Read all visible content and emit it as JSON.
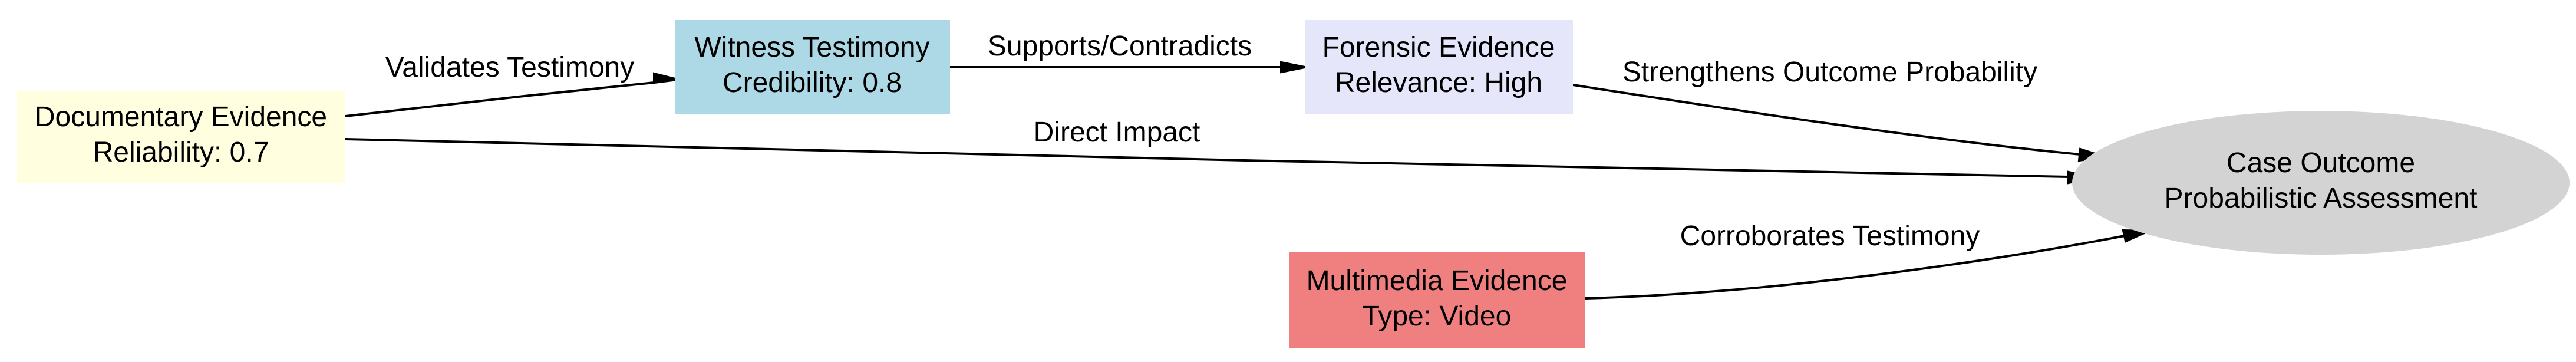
{
  "nodes": {
    "documentary": {
      "line1": "Documentary Evidence",
      "line2": "Reliability: 0.7",
      "fill": "#ffffe0",
      "shape": "box"
    },
    "witness": {
      "line1": "Witness Testimony",
      "line2": "Credibility: 0.8",
      "fill": "#add8e6",
      "shape": "box"
    },
    "forensic": {
      "line1": "Forensic Evidence",
      "line2": "Relevance: High",
      "fill": "#e6e6fa",
      "shape": "box"
    },
    "multimedia": {
      "line1": "Multimedia Evidence",
      "line2": "Type: Video",
      "fill": "#f08080",
      "shape": "box"
    },
    "outcome": {
      "line1": "Case Outcome",
      "line2": "Probabilistic Assessment",
      "fill": "#d3d3d3",
      "shape": "ellipse"
    }
  },
  "edges": {
    "validates": {
      "from": "documentary",
      "to": "witness",
      "label": "Validates Testimony"
    },
    "supports": {
      "from": "witness",
      "to": "forensic",
      "label": "Supports/Contradicts"
    },
    "strengthens": {
      "from": "forensic",
      "to": "outcome",
      "label": "Strengthens Outcome Probability"
    },
    "direct": {
      "from": "documentary",
      "to": "outcome",
      "label": "Direct Impact"
    },
    "corroborates": {
      "from": "multimedia",
      "to": "outcome",
      "label": "Corroborates Testimony"
    }
  },
  "colors": {
    "edge": "#000000",
    "text": "#000000"
  }
}
